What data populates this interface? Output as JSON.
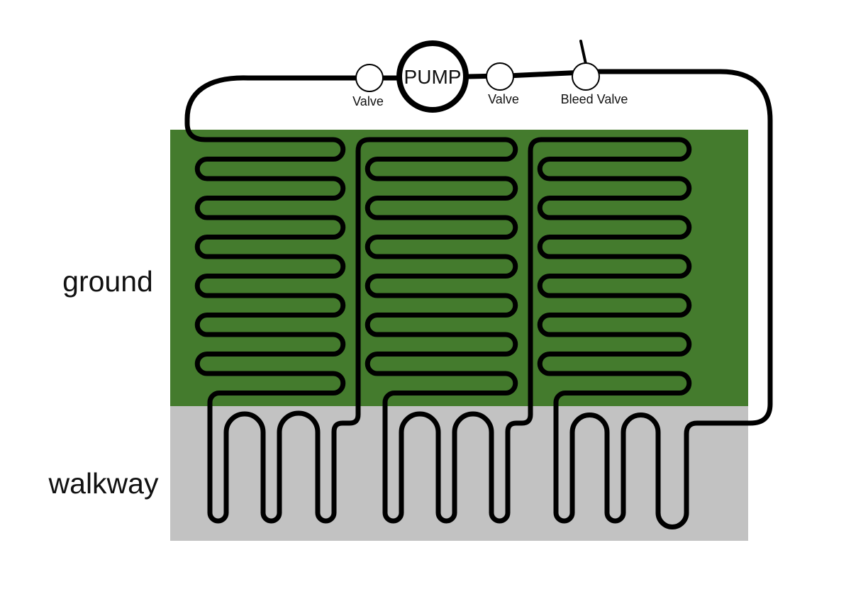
{
  "diagram": {
    "pump_label": "PUMP",
    "valves": [
      {
        "label": "Valve"
      },
      {
        "label": "Valve"
      },
      {
        "label": "Bleed Valve"
      }
    ],
    "areas": [
      {
        "label": "ground"
      },
      {
        "label": "walkway"
      }
    ]
  },
  "colors": {
    "ground_fill": "#447b2d",
    "walkway_fill": "#c2c2c2",
    "pipe": "#000000",
    "background": "#ffffff"
  }
}
